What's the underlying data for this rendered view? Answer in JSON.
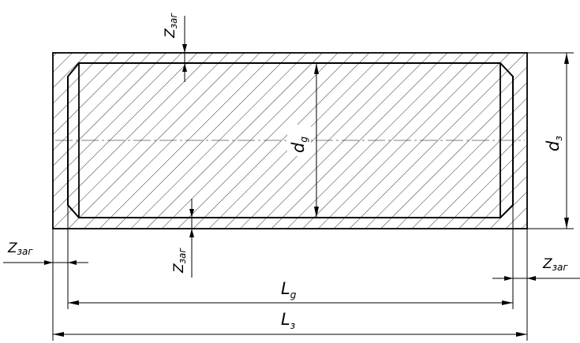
{
  "labels": {
    "allowance_top": "Z",
    "allowance_top_sub": "заг",
    "allowance_bottom": "Z",
    "allowance_bottom_sub": "заг",
    "allowance_left": "Z",
    "allowance_left_sub": "заг",
    "allowance_right": "Z",
    "allowance_right_sub": "заг",
    "part_diameter": "d",
    "part_diameter_sub": "g",
    "blank_diameter": "d",
    "blank_diameter_sub": "з",
    "part_length": "L",
    "part_length_sub": "g",
    "blank_length": "L",
    "blank_length_sub": "з"
  },
  "colors": {
    "stroke": "#000000",
    "background": "#ffffff"
  }
}
